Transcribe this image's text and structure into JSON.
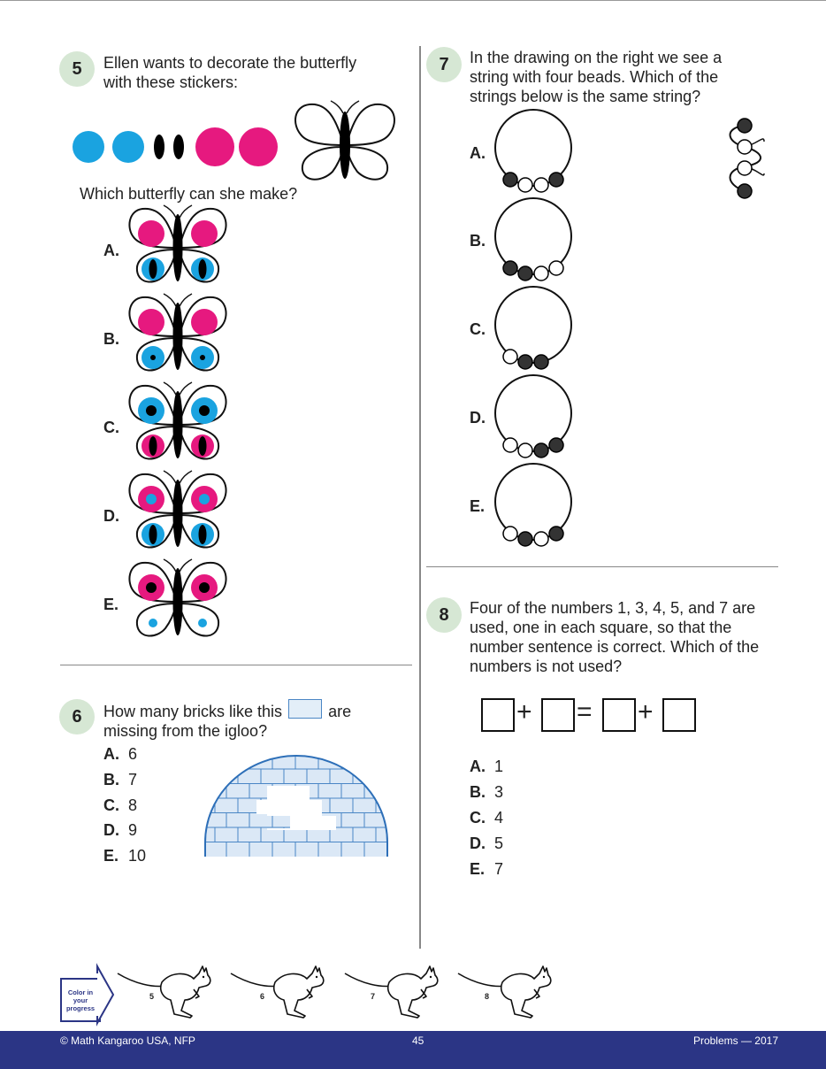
{
  "q5": {
    "number": "5",
    "text_line1": "Ellen wants to decorate the butterfly",
    "text_line2": "with these stickers:",
    "question": "Which butterfly can she make?",
    "options": [
      "A.",
      "B.",
      "C.",
      "D.",
      "E."
    ]
  },
  "q6": {
    "number": "6",
    "text_before": "How many bricks like this",
    "text_after": "are",
    "text_line2": "missing from the igloo?",
    "options": [
      {
        "letter": "A.",
        "value": "6"
      },
      {
        "letter": "B.",
        "value": "7"
      },
      {
        "letter": "C.",
        "value": "8"
      },
      {
        "letter": "D.",
        "value": "9"
      },
      {
        "letter": "E.",
        "value": "10"
      }
    ]
  },
  "q7": {
    "number": "7",
    "text_line1": "In the drawing on the right we see a",
    "text_line2": "string with four beads. Which of the",
    "text_line3": "strings below is the same string?",
    "options": [
      "A.",
      "B.",
      "C.",
      "D.",
      "E."
    ]
  },
  "q8": {
    "number": "8",
    "text_line1": "Four of the numbers 1, 3, 4, 5, and 7 are",
    "text_line2": "used, one in each square, so that the",
    "text_line3": "number sentence is correct. Which of the",
    "text_line4": "numbers is not used?",
    "plus": "+",
    "equals": "=",
    "options": [
      {
        "letter": "A.",
        "value": "1"
      },
      {
        "letter": "B.",
        "value": "3"
      },
      {
        "letter": "C.",
        "value": "4"
      },
      {
        "letter": "D.",
        "value": "5"
      },
      {
        "letter": "E.",
        "value": "7"
      }
    ]
  },
  "progress": {
    "label_line1": "Color in",
    "label_line2": "your",
    "label_line3": "progress",
    "kangaroos": [
      "5",
      "6",
      "7",
      "8"
    ]
  },
  "footer": {
    "left": "© Math Kangaroo USA, NFP",
    "center": "45",
    "right": "Problems — 2017"
  },
  "colors": {
    "blue": "#1aa3e0",
    "pink": "#e6197f",
    "badge": "#d6e7d4",
    "footer": "#2b3585"
  }
}
